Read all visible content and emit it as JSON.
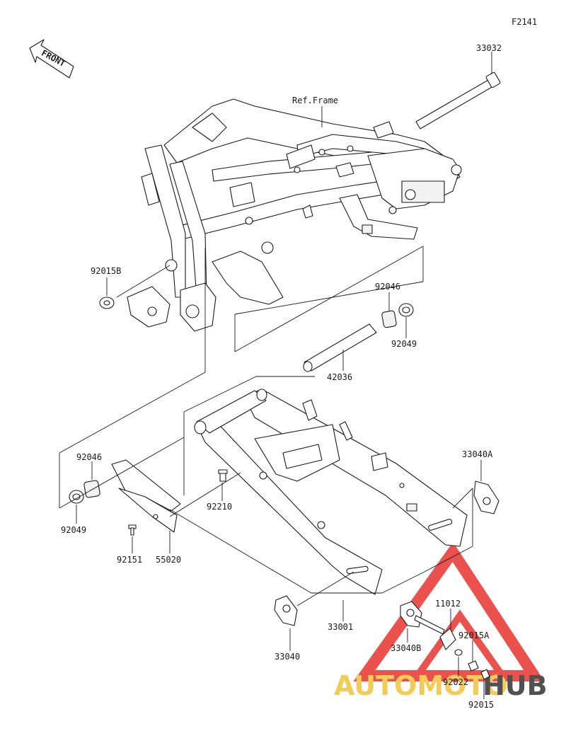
{
  "figure_code": "F2141",
  "front_label": "FRONT",
  "ref_frame_label": "Ref.Frame",
  "parts": {
    "p33032": "33032",
    "p92015B": "92015B",
    "p92046_top": "92046",
    "p92049_top": "92049",
    "p42036": "42036",
    "p92046_left": "92046",
    "p92049_left": "92049",
    "p92210": "92210",
    "p92151": "92151",
    "p55020": "55020",
    "p33040A": "33040A",
    "p33001": "33001",
    "p33040": "33040",
    "p33040B": "33040B",
    "p11012": "11012",
    "p92015A": "92015A",
    "p92022": "92022",
    "p92015": "92015"
  },
  "watermark": {
    "text_a": "AUTOMOTO",
    "text_b": "HUB",
    "color_a": "#f2c23a",
    "color_b": "#333333",
    "triangle_color": "#e8342f"
  }
}
